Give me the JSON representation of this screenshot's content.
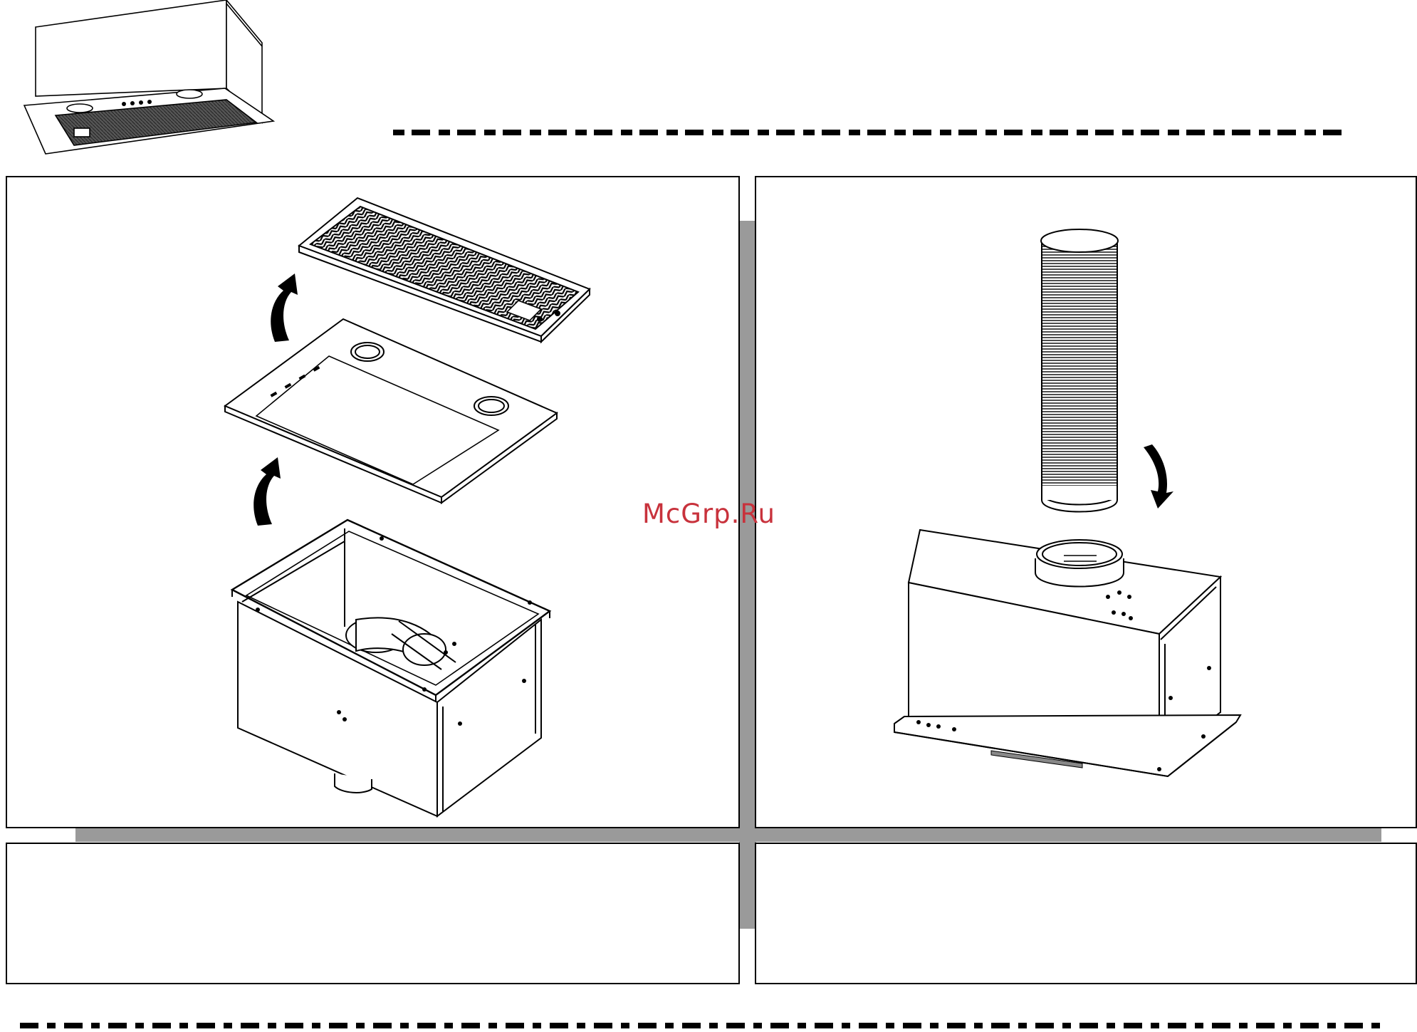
{
  "watermark": {
    "text": "McGrp.Ru",
    "color": "#c8323c"
  },
  "colors": {
    "line": "#000000",
    "divider_gray": "#9a9a9a",
    "background": "#ffffff"
  },
  "header": {
    "icon": "range-hood-icon"
  },
  "panels": {
    "top_left": {
      "illustration": "filter-and-panel-removal-illustration"
    },
    "top_right": {
      "illustration": "duct-installation-illustration"
    }
  }
}
